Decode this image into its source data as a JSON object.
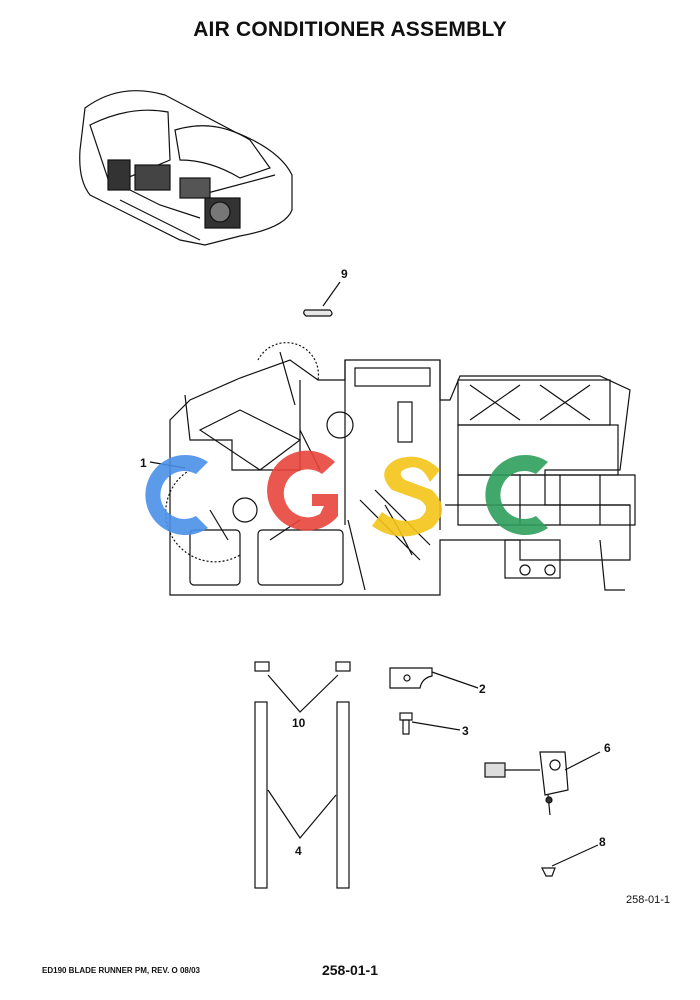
{
  "page": {
    "title": "AIR CONDITIONER ASSEMBLY",
    "figure_id": "258-01-1",
    "footer_left": "ED190 BLADE RUNNER PM,  REV. O  08/03",
    "footer_center": "258-01-1"
  },
  "callouts": {
    "c1": "1",
    "c2": "2",
    "c3": "3",
    "c4": "4",
    "c6": "6",
    "c8": "8",
    "c9": "9",
    "c10": "10"
  },
  "watermark": {
    "letters": [
      "C",
      "G",
      "S",
      "C"
    ],
    "colors": [
      "#4a8fe8",
      "#e8453c",
      "#f5c518",
      "#2e9e5b"
    ]
  }
}
